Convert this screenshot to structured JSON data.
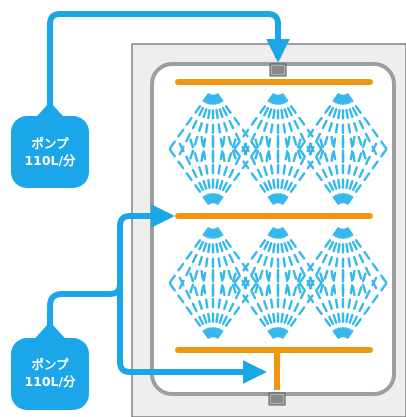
{
  "pumps": [
    {
      "name": "ポンプ",
      "flow": "110L/分"
    },
    {
      "name": "ポンプ",
      "flow": "110L/分"
    }
  ],
  "colors": {
    "pipe": "#1aa6e8",
    "nozzle_bar": "#f0960f",
    "tank_fill": "#eeeeee",
    "tank_wall": "#666666",
    "inner_tank": "#9e9e9e",
    "spray": "#35b8ec",
    "pump_box": "#1aa6e8",
    "label_text": "#ffffff"
  },
  "icons": {
    "nozzle_fitting": "nozzle-fitting-icon",
    "flow_arrow": "arrow-right-icon",
    "spray_pattern": "spray-cone-icon",
    "pump": "pump-icon"
  }
}
